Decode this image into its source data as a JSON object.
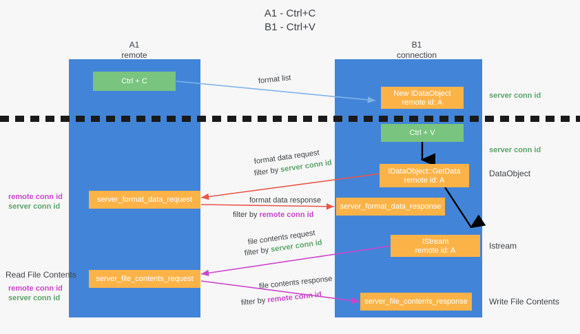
{
  "title": {
    "line1": "A1 - Ctrl+C",
    "line2": "B1 - Ctrl+V"
  },
  "columns": [
    {
      "name": "A1",
      "sub": "remote"
    },
    {
      "name": "B1",
      "sub": "connection"
    }
  ],
  "nodes": {
    "ctrl_c": {
      "label": "Ctrl + C"
    },
    "new_dataobject": {
      "line1": "New IDataObject",
      "line2": "remote id: A"
    },
    "ctrl_v": {
      "label": "Ctrl + V"
    },
    "getdata": {
      "line1": "IDataObject::GetData",
      "line2": "remote id: A"
    },
    "istream": {
      "line1": "IStream",
      "line2": "remote id: A"
    },
    "a_format_req": {
      "label": "server_format_data_request"
    },
    "b_format_resp": {
      "label": "server_format_data_response"
    },
    "a_file_req": {
      "label": "server_file_contents_request"
    },
    "b_file_resp": {
      "label": "server_file_contents_response"
    }
  },
  "edges": {
    "format_list": {
      "label": "format list"
    },
    "format_data_request": {
      "label": "format data request",
      "filter_prefix": "filter by",
      "filter_key": "server conn id"
    },
    "format_data_response": {
      "label": "format data response",
      "filter_prefix": "filter by",
      "filter_key": "remote conn id"
    },
    "file_contents_request": {
      "label": "file contents request",
      "filter_prefix": "filter by",
      "filter_key": "server conn id"
    },
    "file_contents_response": {
      "label": "file contents response",
      "filter_prefix": "filter by",
      "filter_key": "remote conn id"
    }
  },
  "right_labels": {
    "server_conn_id_top": "server conn id",
    "server_conn_id_mid": "server conn id",
    "dataobject": "DataObject",
    "istream": "Istream",
    "write_file_contents": "Write File Contents"
  },
  "left_labels": {
    "remote_conn_id_1": "remote conn id",
    "server_conn_id_1": "server conn id",
    "read_file_contents": "Read File Contents",
    "remote_conn_id_2": "remote conn id",
    "server_conn_id_2": "server conn id"
  },
  "colors": {
    "lane": "#4285d8",
    "green_box": "#79c47e",
    "orange_box": "#fbb348",
    "green_text": "#5aa469",
    "purple_text": "#cc44cc",
    "blue_arrow": "#7fb3e8",
    "red_arrow": "#e8574a",
    "magenta_arrow": "#cc44cc",
    "black_arrow": "#000000",
    "background": "#f7f7f7"
  }
}
